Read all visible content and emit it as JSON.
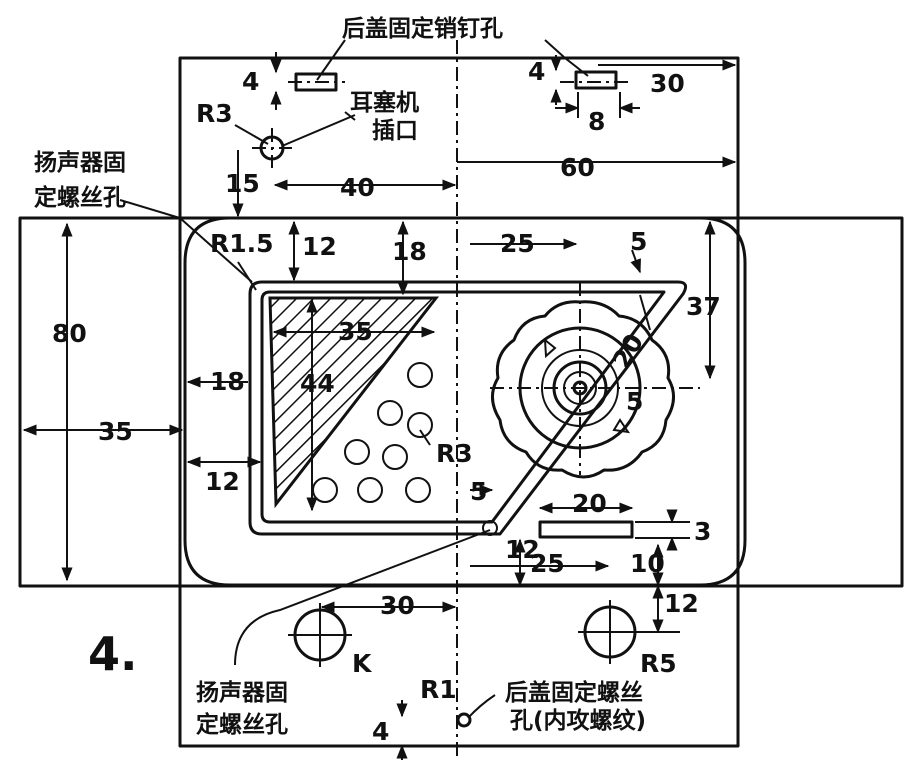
{
  "figure_number": "4.",
  "labels": {
    "cover_pin_holes": "后盖固定销钉孔",
    "earphone_jack_1": "耳塞机",
    "earphone_jack_2": "插口",
    "speaker_holes_top_1": "扬声器固",
    "speaker_holes_top_2": "定螺丝孔",
    "speaker_holes_bottom_1": "扬声器固",
    "speaker_holes_bottom_2": "定螺丝孔",
    "cover_screw_1": "后盖固定螺丝",
    "cover_screw_2": "孔(内攻螺纹)",
    "knob_k": "K"
  },
  "dimensions": {
    "d4_left": "4",
    "d4_right": "4",
    "d30_top": "30",
    "d8": "8",
    "r3_jack": "R3",
    "d60": "60",
    "d15": "15",
    "d40": "40",
    "r15": "R1.5",
    "d12_top": "12",
    "d18_top": "18",
    "d25_top": "25",
    "d5_top": "5",
    "d37": "37",
    "d80": "80",
    "d35_inner": "35",
    "d44": "44",
    "d20_knob": "20",
    "d5_knob": "5",
    "d18_left": "18",
    "d35_left": "35",
    "d12_left": "12",
    "r3_holes": "R3",
    "d5_bottom": "5",
    "d20_slot": "20",
    "d3": "3",
    "d12_mid": "12",
    "d25_bottom": "25",
    "d10": "10",
    "d30_bottom": "30",
    "d12_right": "12",
    "r5": "R5",
    "r1": "R1",
    "d4_bottom": "4"
  }
}
